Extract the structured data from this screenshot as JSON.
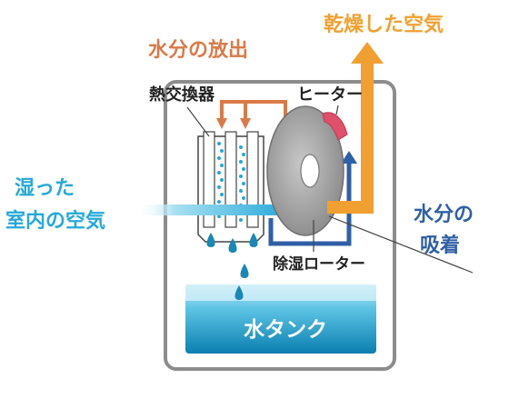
{
  "labels": {
    "dry_air": "乾燥した空気",
    "moisture_release": "水分の放出",
    "heat_exchanger": "熱交換器",
    "heater": "ヒーター",
    "humid_air_line1": "湿った",
    "humid_air_line2": "室内の空気",
    "moisture_absorb_line1": "水分の",
    "moisture_absorb_line2": "吸着",
    "rotor": "除湿ローター",
    "water_tank": "水タンク"
  },
  "colors": {
    "orange": "#f0a030",
    "brown": "#d97a48",
    "cyan": "#25a9d9",
    "blue": "#2f5fa6",
    "heater": "#e0506a",
    "tank": "#1a87b4",
    "frame": "#8c8c8c"
  }
}
